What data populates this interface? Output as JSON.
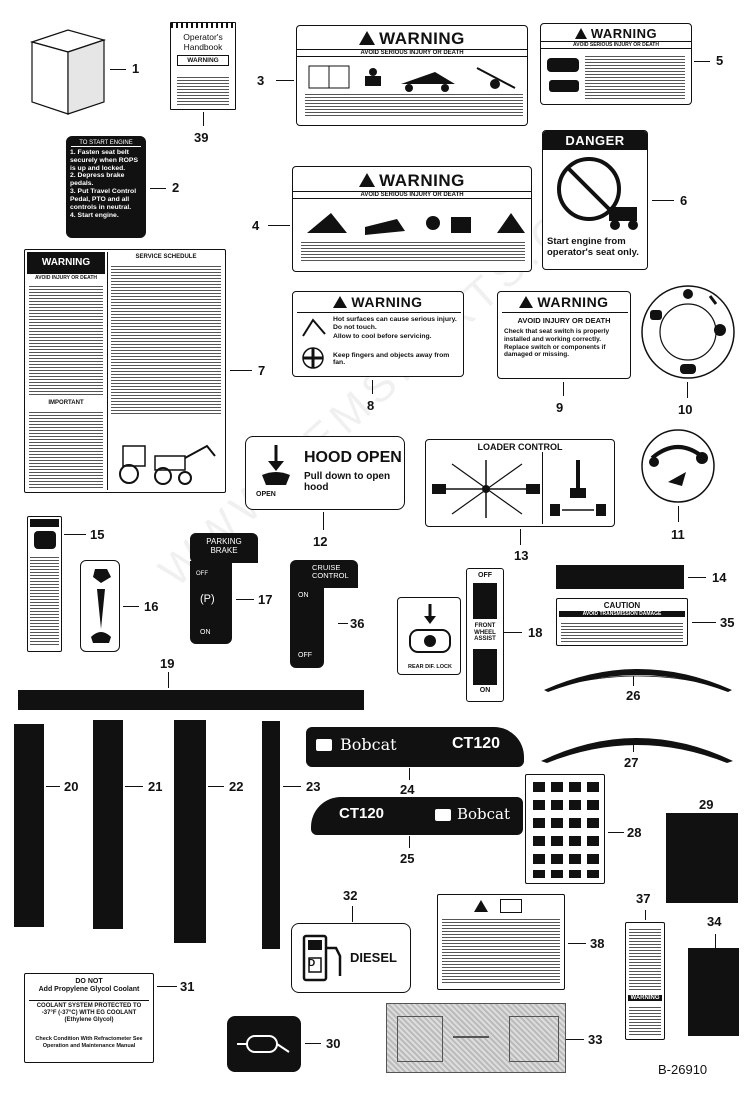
{
  "figure_id": "B-26910",
  "callouts": [
    "1",
    "2",
    "3",
    "4",
    "5",
    "6",
    "7",
    "8",
    "9",
    "10",
    "11",
    "12",
    "13",
    "14",
    "15",
    "16",
    "17",
    "18",
    "19",
    "20",
    "21",
    "22",
    "23",
    "24",
    "25",
    "26",
    "27",
    "28",
    "29",
    "30",
    "31",
    "32",
    "33",
    "34",
    "35",
    "36",
    "37",
    "38",
    "39"
  ],
  "decals": {
    "handbook": {
      "title_line1": "Operator's",
      "title_line2": "Handbook",
      "warning": "WARNING"
    },
    "start_engine": {
      "header": "TO START ENGINE",
      "steps": [
        "1. Fasten seat belt securely when ROPS is up and locked.",
        "2. Depress brake pedals.",
        "3. Put Travel Control Pedal, PTO and all controls in neutral.",
        "4. Start engine."
      ]
    },
    "warning3": {
      "head": "WARNING",
      "sub": "AVOID SERIOUS INJURY OR DEATH"
    },
    "warning4": {
      "head": "WARNING",
      "sub": "AVOID SERIOUS INJURY OR DEATH"
    },
    "warning5": {
      "head": "WARNING",
      "sub": "AVOID SERIOUS INJURY OR DEATH"
    },
    "danger6": {
      "head": "DANGER",
      "text": "Start engine from operator's seat only."
    },
    "warning7": {
      "head": "WARNING",
      "sub": "AVOID INJURY OR DEATH",
      "schedule": "SERVICE SCHEDULE",
      "important": "IMPORTANT"
    },
    "warning8": {
      "head": "WARNING",
      "lines": [
        "Hot surfaces can cause serious injury.",
        "Do not touch.",
        "Allow to cool before servicing."
      ],
      "fan": "Keep fingers and objects away from fan."
    },
    "warning9": {
      "head": "WARNING",
      "sub": "AVOID INJURY OR DEATH",
      "lines": [
        "Check that seat switch is properly installed and working correctly.",
        "Replace switch or components if damaged or missing."
      ]
    },
    "hood12": {
      "title": "HOOD OPEN",
      "text": "Pull down to open hood",
      "open": "OPEN"
    },
    "loader13": {
      "title": "LOADER CONTROL"
    },
    "parking17": {
      "line1": "PARKING",
      "line2": "BRAKE",
      "off": "OFF",
      "p": "(P)",
      "on": "ON"
    },
    "cruise36": {
      "line1": "CRUISE",
      "line2": "CONTROL",
      "on": "ON",
      "off": "OFF"
    },
    "fwa18": {
      "off": "OFF",
      "on": "ON",
      "front": "FRONT",
      "wheel": "WHEEL",
      "assist": "ASSIST",
      "rear": "REAR DIF. LOCK"
    },
    "caution35": {
      "head": "CAUTION",
      "sub": "AVOID TRANSMISSION DAMAGE"
    },
    "bobcat24": {
      "brand": "Bobcat",
      "model": "CT120"
    },
    "bobcat25": {
      "brand": "Bobcat",
      "model": "CT120"
    },
    "diesel32": {
      "label": "DIESEL"
    },
    "coolant31": {
      "line1": "DO NOT",
      "line2": "Add Propylene Glycol Coolant",
      "line3": "COOLANT SYSTEM PROTECTED TO -37°F (-37°C) WITH EG COOLANT (Ethylene Glycol)",
      "line4": "Check Condition With Refractometer See Operation and Maintenance Manual"
    },
    "warning37": {
      "head": "WARNING"
    }
  },
  "watermark": "WWW.BEMSPARTS.COM"
}
